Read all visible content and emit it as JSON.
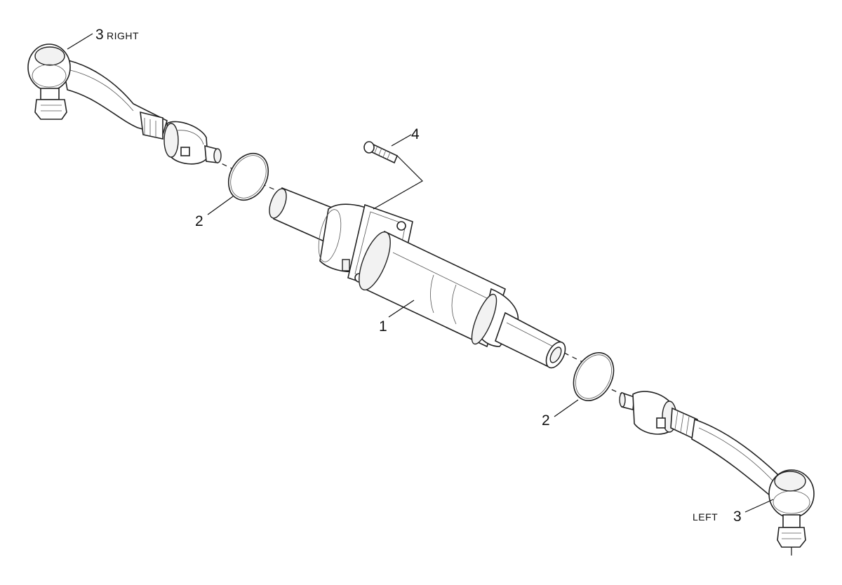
{
  "callouts": {
    "tie_rod_end_right_number": "3",
    "tie_rod_end_right_side": "RIGHT",
    "tie_rod_end_left_number": "3",
    "tie_rod_end_left_side": "LEFT",
    "bolt_number": "4",
    "ring_upper_number": "2",
    "ring_lower_number": "2",
    "tube_number": "1"
  }
}
